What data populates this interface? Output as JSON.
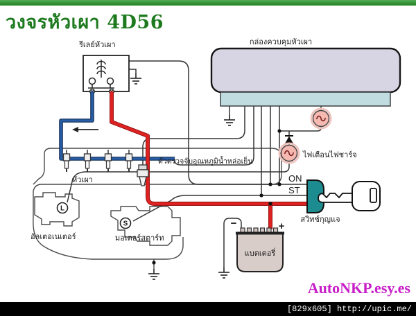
{
  "title": "วงจรหัวเผา 4D56",
  "colors": {
    "title_green": "#1e7a1e",
    "topbar_green": "#2f8f2f",
    "wire_red": "#e12222",
    "wire_blue": "#2a5ea8",
    "switch_teal": "#1d8c90",
    "control_box_fill": "#d7d4e3",
    "connector_fill": "#c0dce0",
    "lamp_fill": "#f5b9b1",
    "battery_fill": "#d9cdc9",
    "watermark_magenta": "#c81ec8",
    "footer_bg": "#000000"
  },
  "diagram": {
    "relay": {
      "label": "รีเลย์หัวเผา"
    },
    "control_box": {
      "label": "กล่องควบคุมหัวเผา"
    },
    "glow_plugs": {
      "label": "หัวเผา",
      "count": "4"
    },
    "coolant_sensor": {
      "label": "ตัวตรวจจับอุณหภูมิน้ำหล่อเย็น"
    },
    "charge_lamp": {
      "label": "ไฟเตือนไฟชาร์จ"
    },
    "ignition_switch": {
      "label": "สวิทช์กุญแจ",
      "positions": [
        "ON",
        "ST"
      ]
    },
    "battery": {
      "label": "แบตเตอรี่",
      "plus": "+",
      "minus": "−"
    },
    "alternator": {
      "label": "อัลเตอเนเตอร์",
      "terminal": "L"
    },
    "starter": {
      "label": "มอเตอร์สตาร์ท",
      "terminal": "S"
    }
  },
  "watermark": "AutoNKP.esy.es",
  "footer": "[829x605] http://upic.me/"
}
